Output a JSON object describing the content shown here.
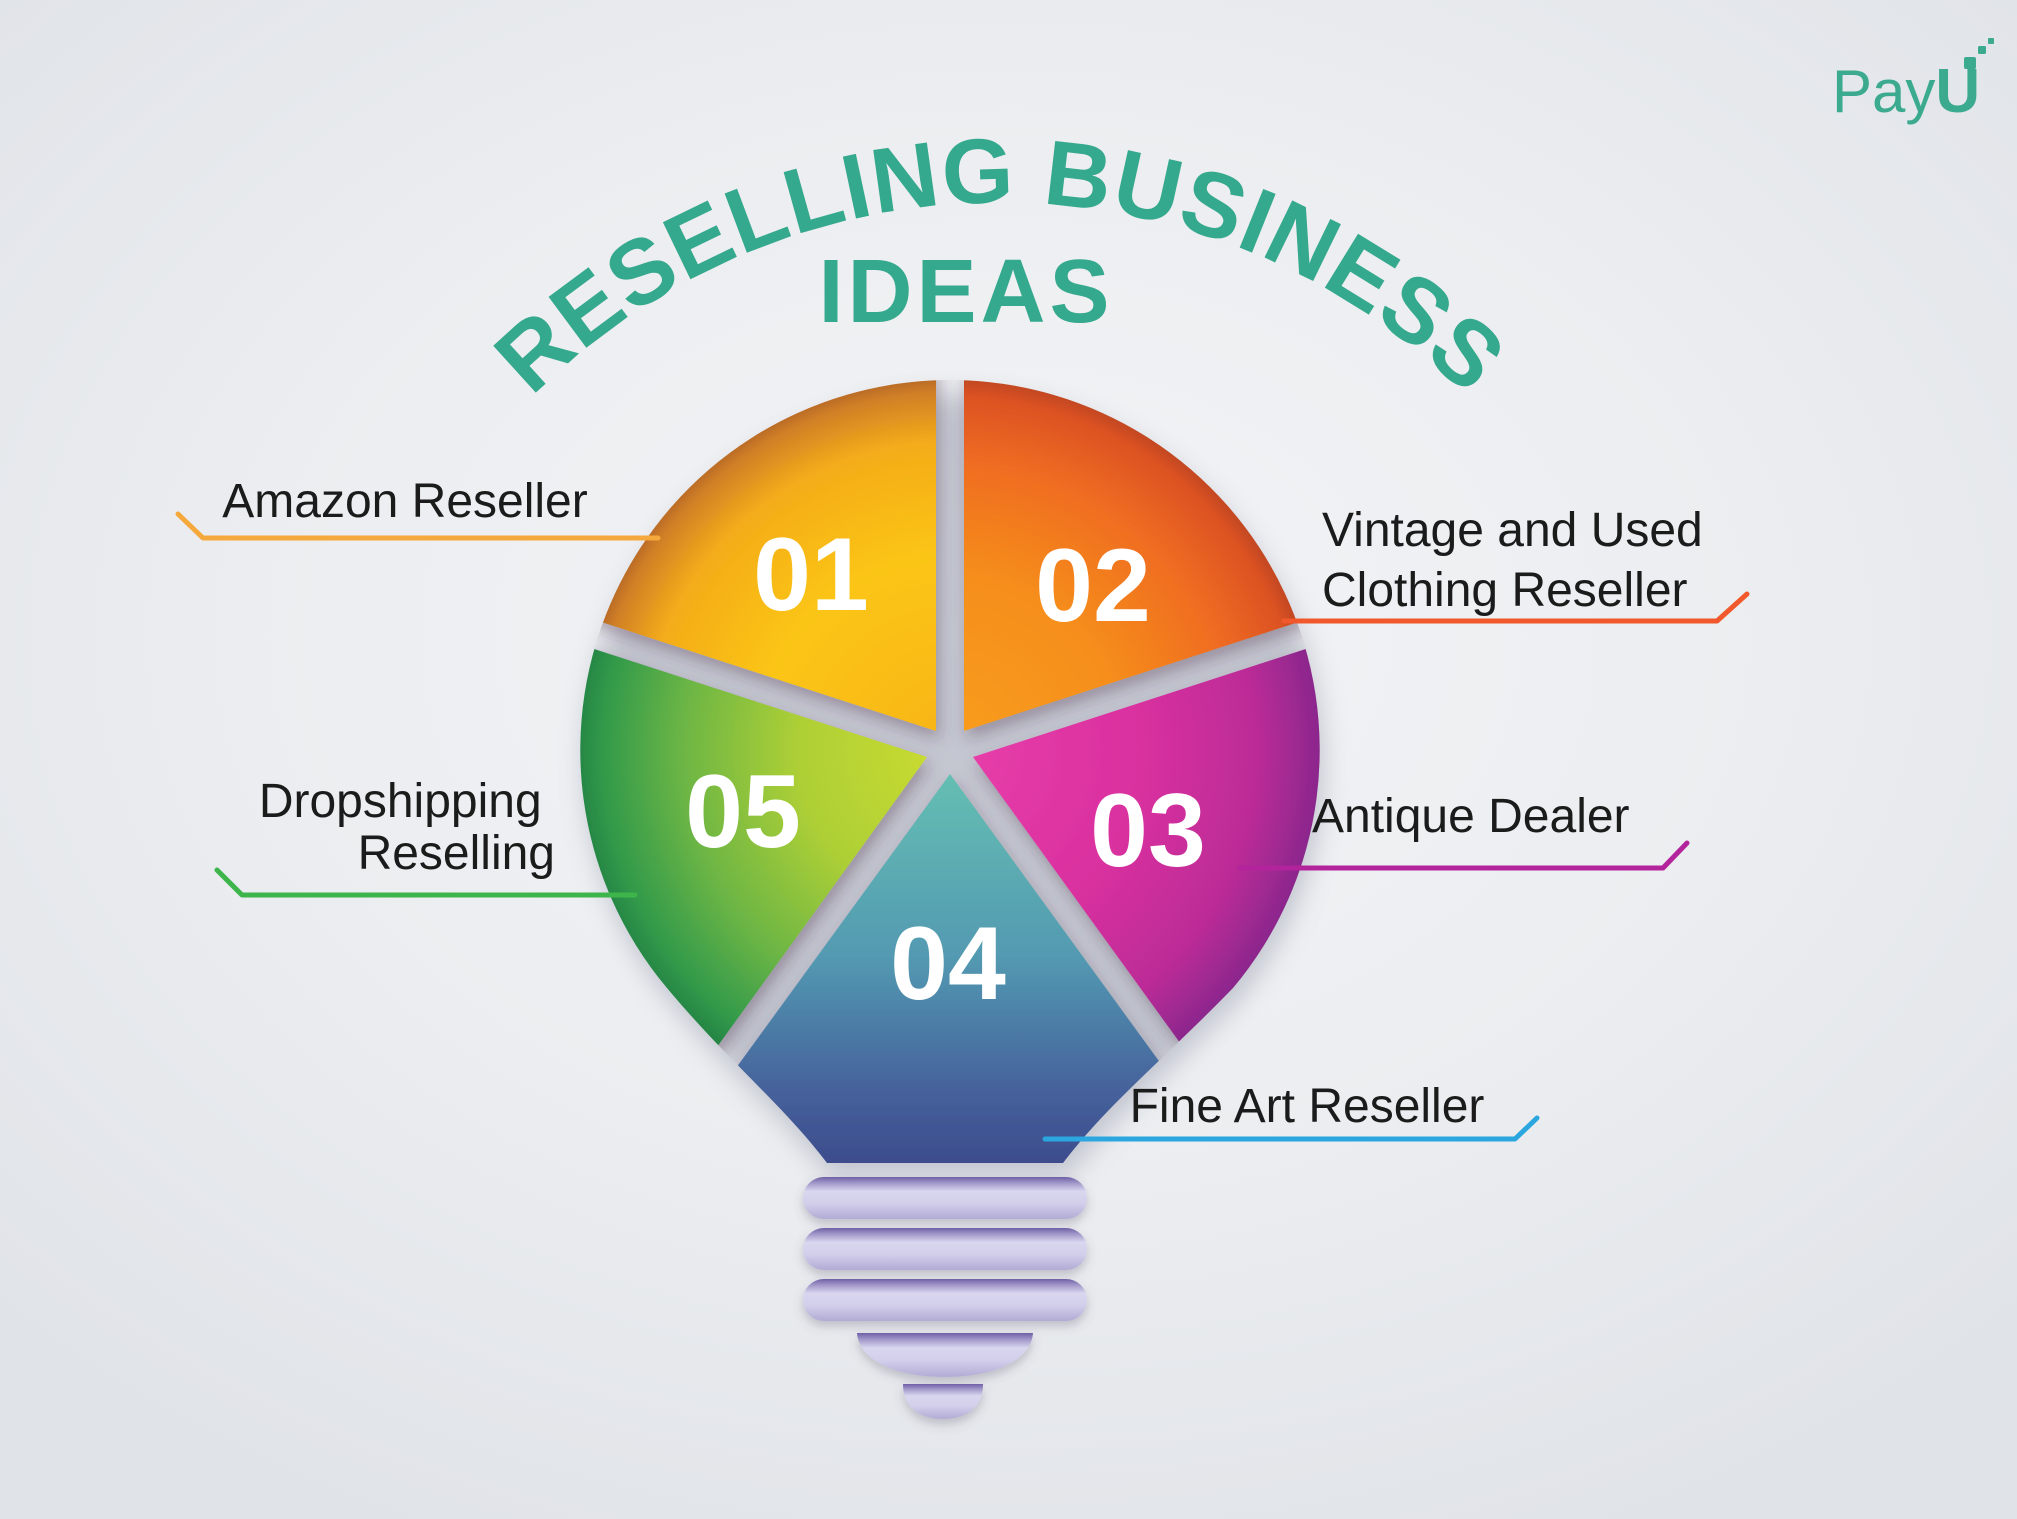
{
  "title": {
    "arc_text": "RESELLING BUSINESS",
    "line2": "IDEAS",
    "color": "#35A98D"
  },
  "logo": {
    "pay": "Pay",
    "u": "U",
    "color": "#3BAA8E"
  },
  "bulb": {
    "base_color": "#C7C2E4",
    "segments": [
      {
        "number": "01",
        "topic": "Amazon Reseller",
        "inner_color": "#FBC513",
        "outer_color": "#9F5429"
      },
      {
        "number": "02",
        "topic": "Vintage and Used Clothing Reseller",
        "inner_color": "#F89E1D",
        "outer_color": "#A93E21"
      },
      {
        "number": "03",
        "topic": "Antique Dealer",
        "inner_color": "#E83FAA",
        "outer_color": "#7F268A"
      },
      {
        "number": "04",
        "topic": "Fine Art Reseller",
        "inner_color": "#64BDB2",
        "outer_color": "#3C4A8B"
      },
      {
        "number": "05",
        "topic": "Dropshipping Reselling",
        "inner_color": "#CCDC30",
        "outer_color": "#1F7C41"
      }
    ]
  },
  "callouts": {
    "amazon": {
      "text": "Amazon Reseller",
      "color": "#F5A93D"
    },
    "vintage": {
      "line1": "Vintage and Used",
      "line2": "Clothing Reseller",
      "color": "#F1582B"
    },
    "antique": {
      "text": "Antique Dealer",
      "color": "#B3249C"
    },
    "fineart": {
      "text": "Fine Art Reseller",
      "color": "#2BA6DE"
    },
    "dropship": {
      "line1": "Dropshipping",
      "line2": "Reselling",
      "color": "#3DB54A"
    }
  },
  "text_color": "#1B1B1B"
}
